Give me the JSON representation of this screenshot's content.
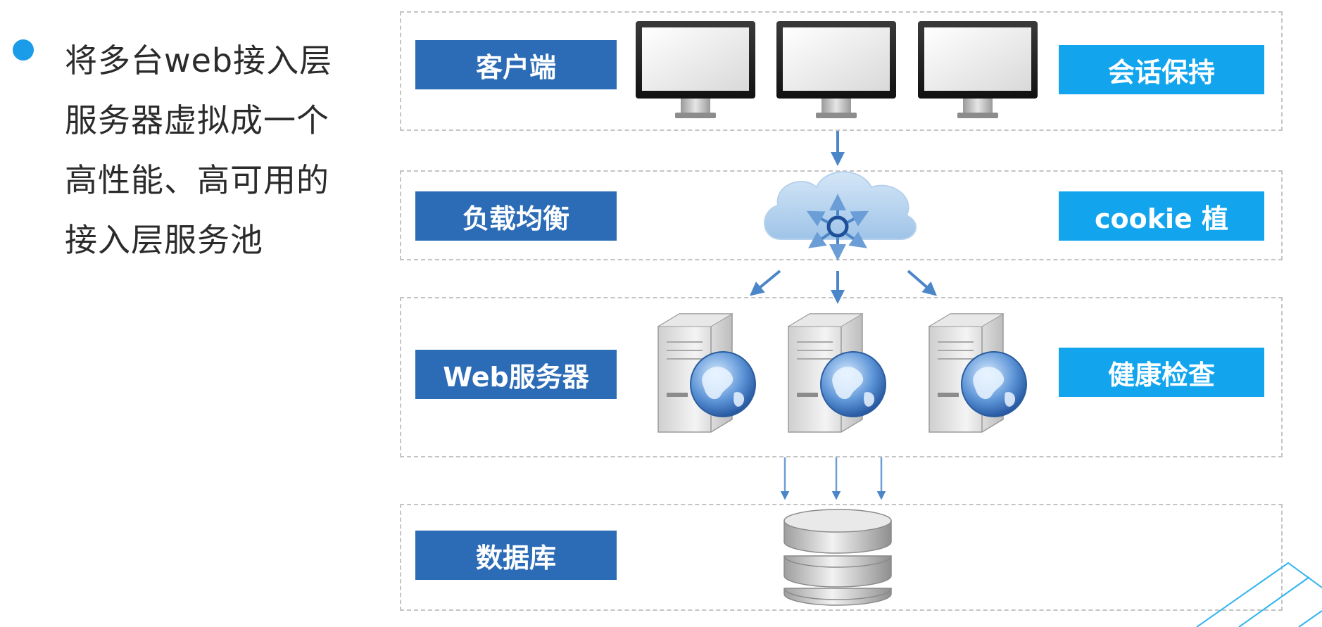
{
  "bullet": {
    "text": "将多台web接入层服务器虚拟成一个高性能、高可用的接入层服务池"
  },
  "tiers": {
    "client": {
      "label": "客户端",
      "feature": "会话保持"
    },
    "load_balancer": {
      "label": "负载均衡",
      "feature": "cookie 植"
    },
    "web": {
      "label": "Web服务器",
      "feature": "健康检查"
    },
    "database": {
      "label": "数据库"
    }
  },
  "colors": {
    "label_dark_blue": "#2c6cb6",
    "label_light_blue": "#12a5ee",
    "bullet_blue": "#1b9ce8",
    "arrow_blue": "#4a86c8"
  },
  "icons": [
    "monitor-icon",
    "cloud-router-icon",
    "server-globe-icon",
    "database-stack-icon"
  ]
}
